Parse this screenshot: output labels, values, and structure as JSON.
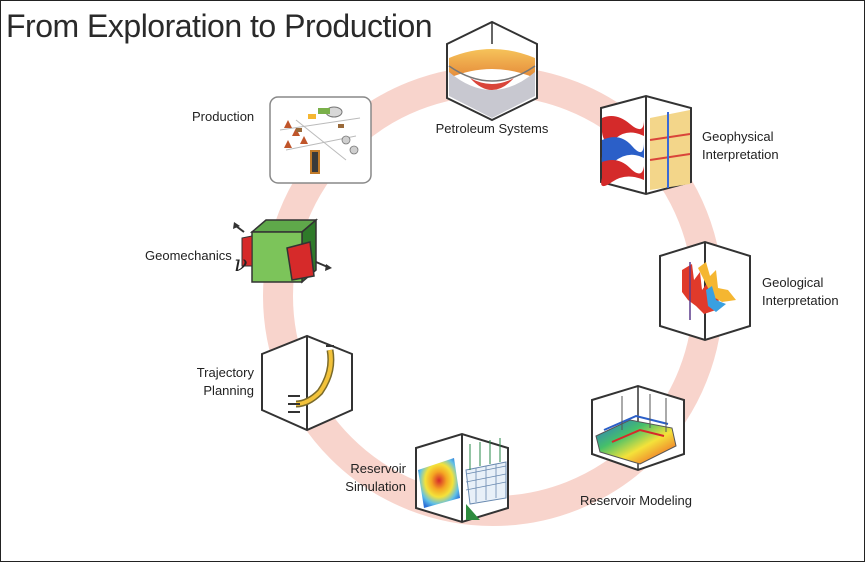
{
  "title": "From Exploration to Production",
  "colors": {
    "ring": "#f8d4cc",
    "frame": "#333333"
  },
  "stages": [
    {
      "id": "petroleum-systems",
      "label": "Petroleum Systems",
      "icon": "petroleum-systems-cube-icon"
    },
    {
      "id": "geophysical-interpretation",
      "label_line1": "Geophysical",
      "label_line2": "Interpretation",
      "icon": "geophysical-interpretation-cube-icon"
    },
    {
      "id": "geological-interpretation",
      "label_line1": "Geological",
      "label_line2": "Interpretation",
      "icon": "geological-interpretation-cube-icon"
    },
    {
      "id": "reservoir-modeling",
      "label": "Reservoir Modeling",
      "icon": "reservoir-modeling-cube-icon"
    },
    {
      "id": "reservoir-simulation",
      "label_line1": "Reservoir",
      "label_line2": "Simulation",
      "icon": "reservoir-simulation-cube-icon"
    },
    {
      "id": "trajectory-planning",
      "label_line1": "Trajectory",
      "label_line2": "Planning",
      "icon": "trajectory-planning-cube-icon"
    },
    {
      "id": "geomechanics",
      "label": "Geomechanics",
      "symbol": "ν",
      "icon": "geomechanics-block-icon"
    },
    {
      "id": "production",
      "label": "Production",
      "icon": "production-facility-icon"
    }
  ]
}
